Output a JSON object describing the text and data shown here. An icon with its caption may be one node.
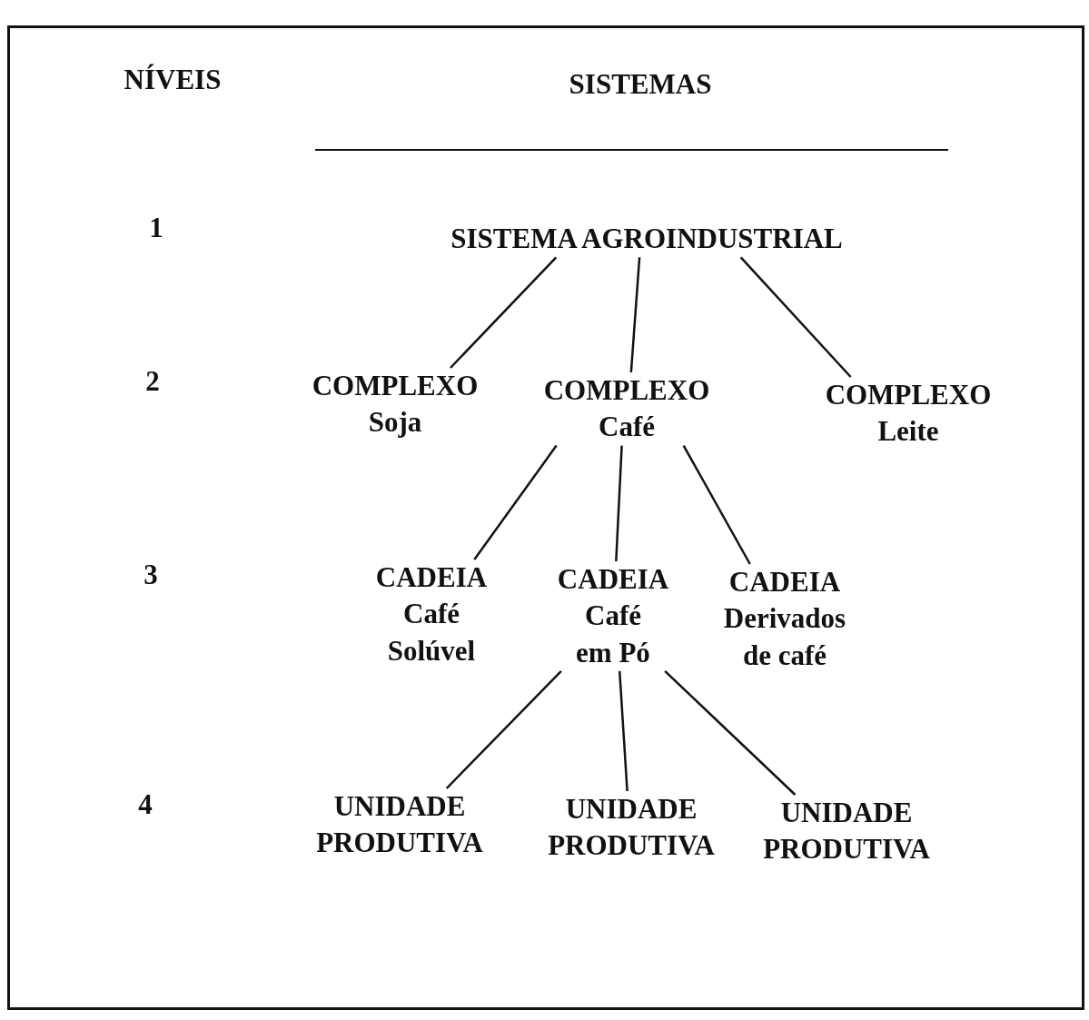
{
  "diagram": {
    "nodes": [
      {
        "text": [
          "SISTEMA AGROINDUSTRIAL"
        ]
      },
      {
        "text": [
          "COMPLEXO",
          "Soja"
        ]
      },
      {
        "text": [
          "COMPLEXO",
          "Café"
        ]
      },
      {
        "text": [
          "COMPLEXO",
          "Leite"
        ]
      },
      {
        "text": [
          "CADEIA",
          "Café Solúvel"
        ]
      },
      {
        "text": [
          "CADEIA",
          "Café em Pó"
        ]
      },
      {
        "text": [
          "CADEIA",
          "Derivados de café"
        ]
      },
      {
        "text": [
          "UNIDADE PRODUTIVA"
        ]
      },
      {
        "text": [
          "UNIDADE PRODUTIVA"
        ]
      },
      {
        "text": [
          "UNIDADE PRODUTIVA"
        ]
      }
    ],
    "edges": [
      {
        "from": 0,
        "to": 1,
        "arrow": "none"
      },
      {
        "from": 0,
        "to": 2,
        "arrow": "none"
      },
      {
        "from": 0,
        "to": 3,
        "arrow": "none"
      },
      {
        "from": 2,
        "to": 4,
        "arrow": "none"
      },
      {
        "from": 2,
        "to": 5,
        "arrow": "none"
      },
      {
        "from": 2,
        "to": 6,
        "arrow": "none"
      },
      {
        "from": 5,
        "to": 7,
        "arrow": "none"
      },
      {
        "from": 5,
        "to": 8,
        "arrow": "none"
      },
      {
        "from": 5,
        "to": 9,
        "arrow": "none"
      }
    ],
    "labels": [
      "NÍVEIS",
      "SISTEMAS",
      "1",
      "2",
      "3",
      "4"
    ]
  }
}
